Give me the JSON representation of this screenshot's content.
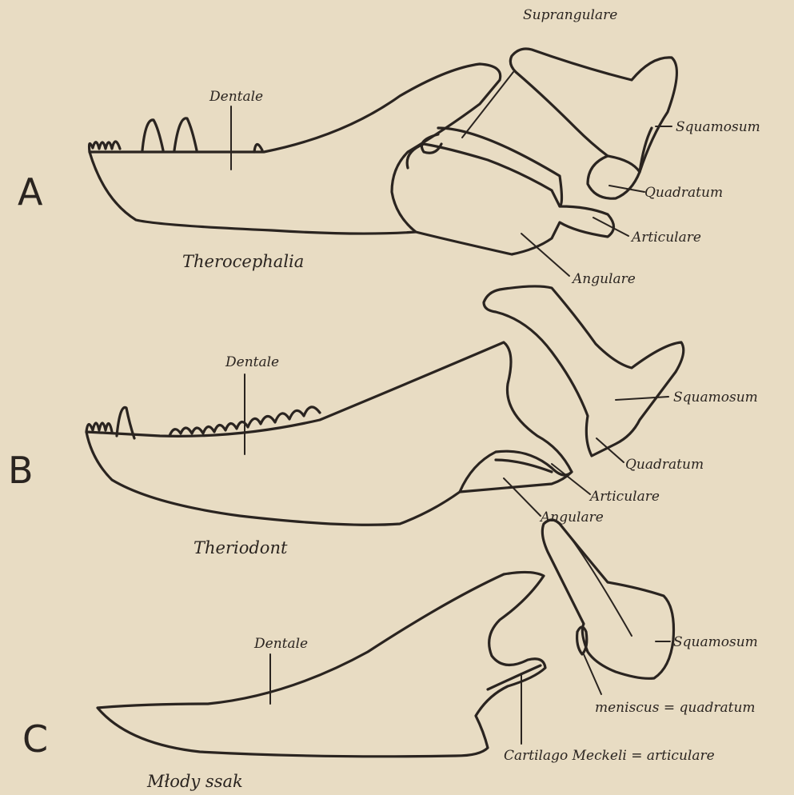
{
  "figures": {
    "A": {
      "letter": "A",
      "name": "Therocephalia",
      "labels": {
        "dentale": "Dentale",
        "suprangulare": "Suprangulare",
        "squamosum": "Squamosum",
        "quadratum": "Quadratum",
        "articulare": "Articulare",
        "angulare": "Angulare"
      }
    },
    "B": {
      "letter": "B",
      "name": "Theriodont",
      "labels": {
        "dentale": "Dentale",
        "squamosum": "Squamosum",
        "quadratum": "Quadratum",
        "articulare": "Articulare",
        "angulare": "Angulare"
      }
    },
    "C": {
      "letter": "C",
      "name": "Młody ssak",
      "labels": {
        "dentale": "Dentale",
        "squamosum": "Squamosum",
        "meniscus": "meniscus = quadratum",
        "meckel": "Cartilago Meckeli = articulare"
      }
    }
  }
}
